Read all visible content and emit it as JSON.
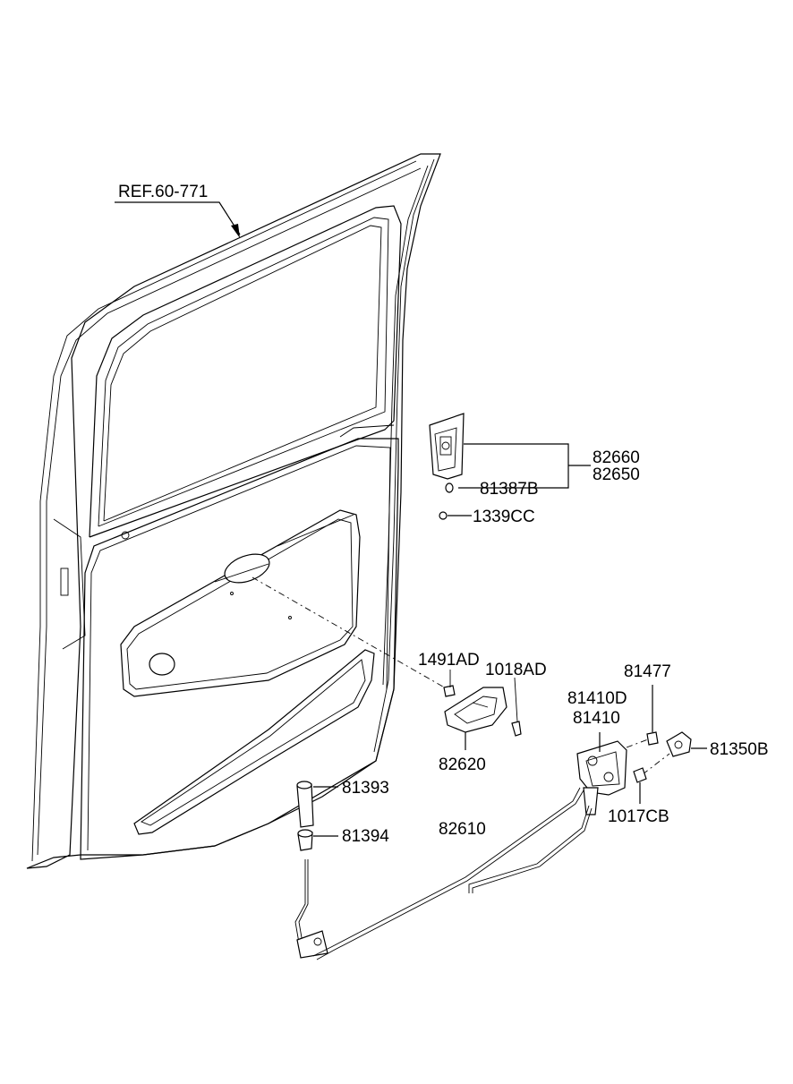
{
  "labels": {
    "ref": "REF.60-771",
    "p82660": "82660",
    "p82650": "82650",
    "p81387B": "81387B",
    "p1339CC": "1339CC",
    "p1491AD": "1491AD",
    "p1018AD": "1018AD",
    "p82620": "82620",
    "p81477": "81477",
    "p81410D": "81410D",
    "p81410": "81410",
    "p81350B": "81350B",
    "p1017CB": "1017CB",
    "p81393": "81393",
    "p81394": "81394",
    "p82610": "82610"
  }
}
